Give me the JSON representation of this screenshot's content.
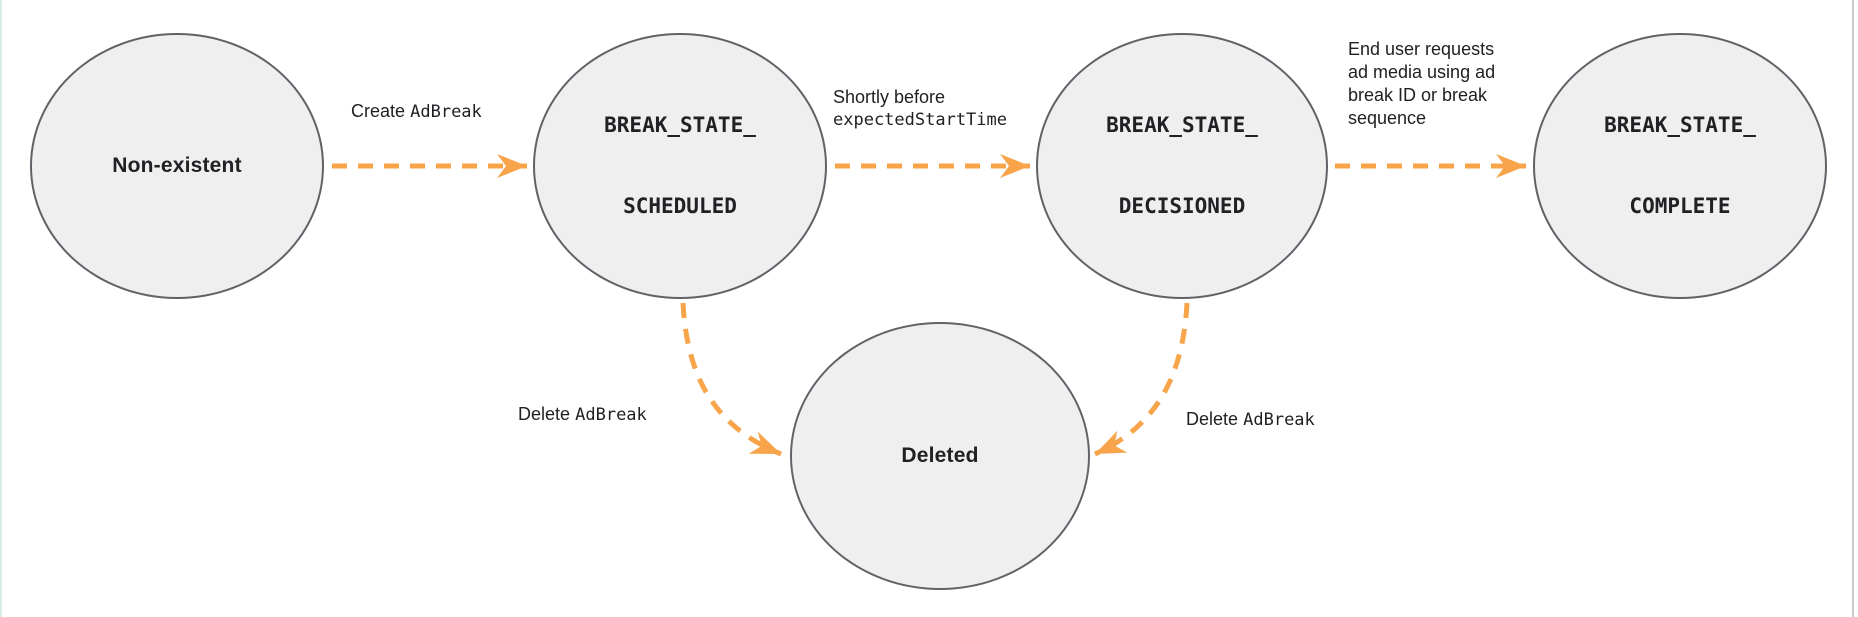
{
  "diagram": {
    "type": "state-diagram",
    "states": [
      {
        "id": "non-existent",
        "label": "Non-existent"
      },
      {
        "id": "break-state-scheduled",
        "line1": "BREAK_STATE_",
        "line2": "SCHEDULED"
      },
      {
        "id": "break-state-decisioned",
        "line1": "BREAK_STATE_",
        "line2": "DECISIONED"
      },
      {
        "id": "break-state-complete",
        "line1": "BREAK_STATE_",
        "line2": "COMPLETE"
      },
      {
        "id": "deleted",
        "label": "Deleted"
      }
    ],
    "transitions": {
      "create": {
        "from": "non-existent",
        "to": "break-state-scheduled",
        "text": "Create",
        "code": "AdBreak"
      },
      "shortly": {
        "from": "break-state-scheduled",
        "to": "break-state-decisioned",
        "text": "Shortly before",
        "code": "expectedStartTime"
      },
      "end_user": {
        "from": "break-state-decisioned",
        "to": "break-state-complete",
        "lines": [
          "End user requests",
          "ad media using ad",
          "break ID or break",
          "sequence"
        ]
      },
      "delete_left": {
        "from": "break-state-scheduled",
        "to": "deleted",
        "text": "Delete",
        "code": "AdBreak"
      },
      "delete_right": {
        "from": "break-state-decisioned",
        "to": "deleted",
        "text": "Delete",
        "code": "AdBreak"
      }
    },
    "colors": {
      "arrow": "#F8A44B",
      "state_fill": "#EFEFEF",
      "state_border": "#5F6368",
      "text": "#202124",
      "background": "#FFFFFF"
    }
  }
}
